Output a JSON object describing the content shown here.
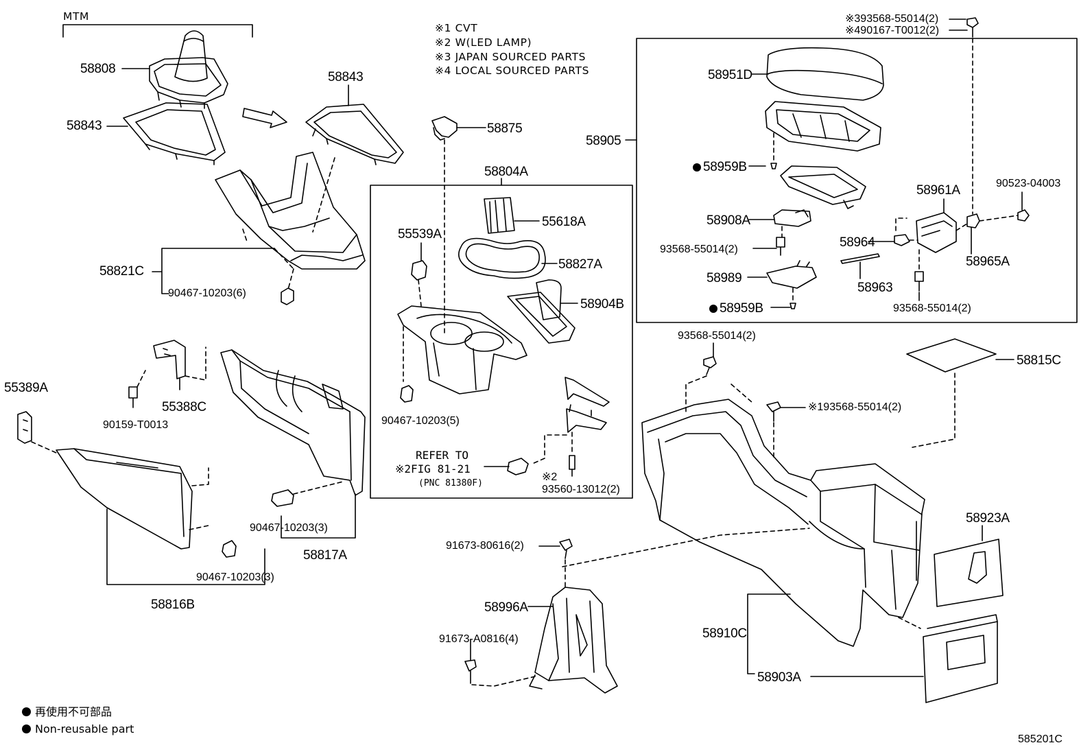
{
  "mtm_label": "MTM",
  "notes": [
    "※1 CVT",
    "※2 W(LED LAMP)",
    "※3 JAPAN SOURCED PARTS",
    "※4 LOCAL SOURCED PARTS"
  ],
  "parts": {
    "p58808": "58808",
    "p58843_left": "58843",
    "p58843_right": "58843",
    "p58821C": "58821C",
    "p90467_6": "90467-10203(6)",
    "p58875": "58875",
    "p58804A": "58804A",
    "p55539A": "55539A",
    "p55618A": "55618A",
    "p58827A": "58827A",
    "p58904B": "58904B",
    "p90467_5": "90467-10203(5)",
    "refer_to": "REFER TO",
    "fig_ref": "※2FIG 81-21",
    "pnc_ref": "(PNC 81380F)",
    "p93560_mark": "※2",
    "p93560": "93560-13012(2)",
    "p55389A": "55389A",
    "p55388C": "55388C",
    "p90159": "90159-T0013",
    "p90467_3a": "90467-10203(3)",
    "p58817A": "58817A",
    "p90467_3b": "90467-10203(3)",
    "p58816B": "58816B",
    "p93568_top3": "※393568-55014(2)",
    "p90167_top4": "※490167-T0012(2)",
    "p58905": "58905",
    "p58951D": "58951D",
    "p58959B_a": "58959B",
    "p58908A": "58908A",
    "p93568_a": "93568-55014(2)",
    "p58989": "58989",
    "p58959B_b": "58959B",
    "p58961A": "58961A",
    "p90523": "90523-04003",
    "p58964": "58964",
    "p58965A": "58965A",
    "p58963": "58963",
    "p93568_b": "93568-55014(2)",
    "p93568_c": "93568-55014(2)",
    "p93568_d": "※193568-55014(2)",
    "p58815C": "58815C",
    "p91673_80616": "91673-80616(2)",
    "p58996A": "58996A",
    "p91673_A0816": "91673-A0816(4)",
    "p58923A": "58923A",
    "p58910C": "58910C",
    "p58903A": "58903A"
  },
  "legend": [
    "再使用不可部品",
    "Non-reusable part"
  ],
  "figure_code": "585201C"
}
